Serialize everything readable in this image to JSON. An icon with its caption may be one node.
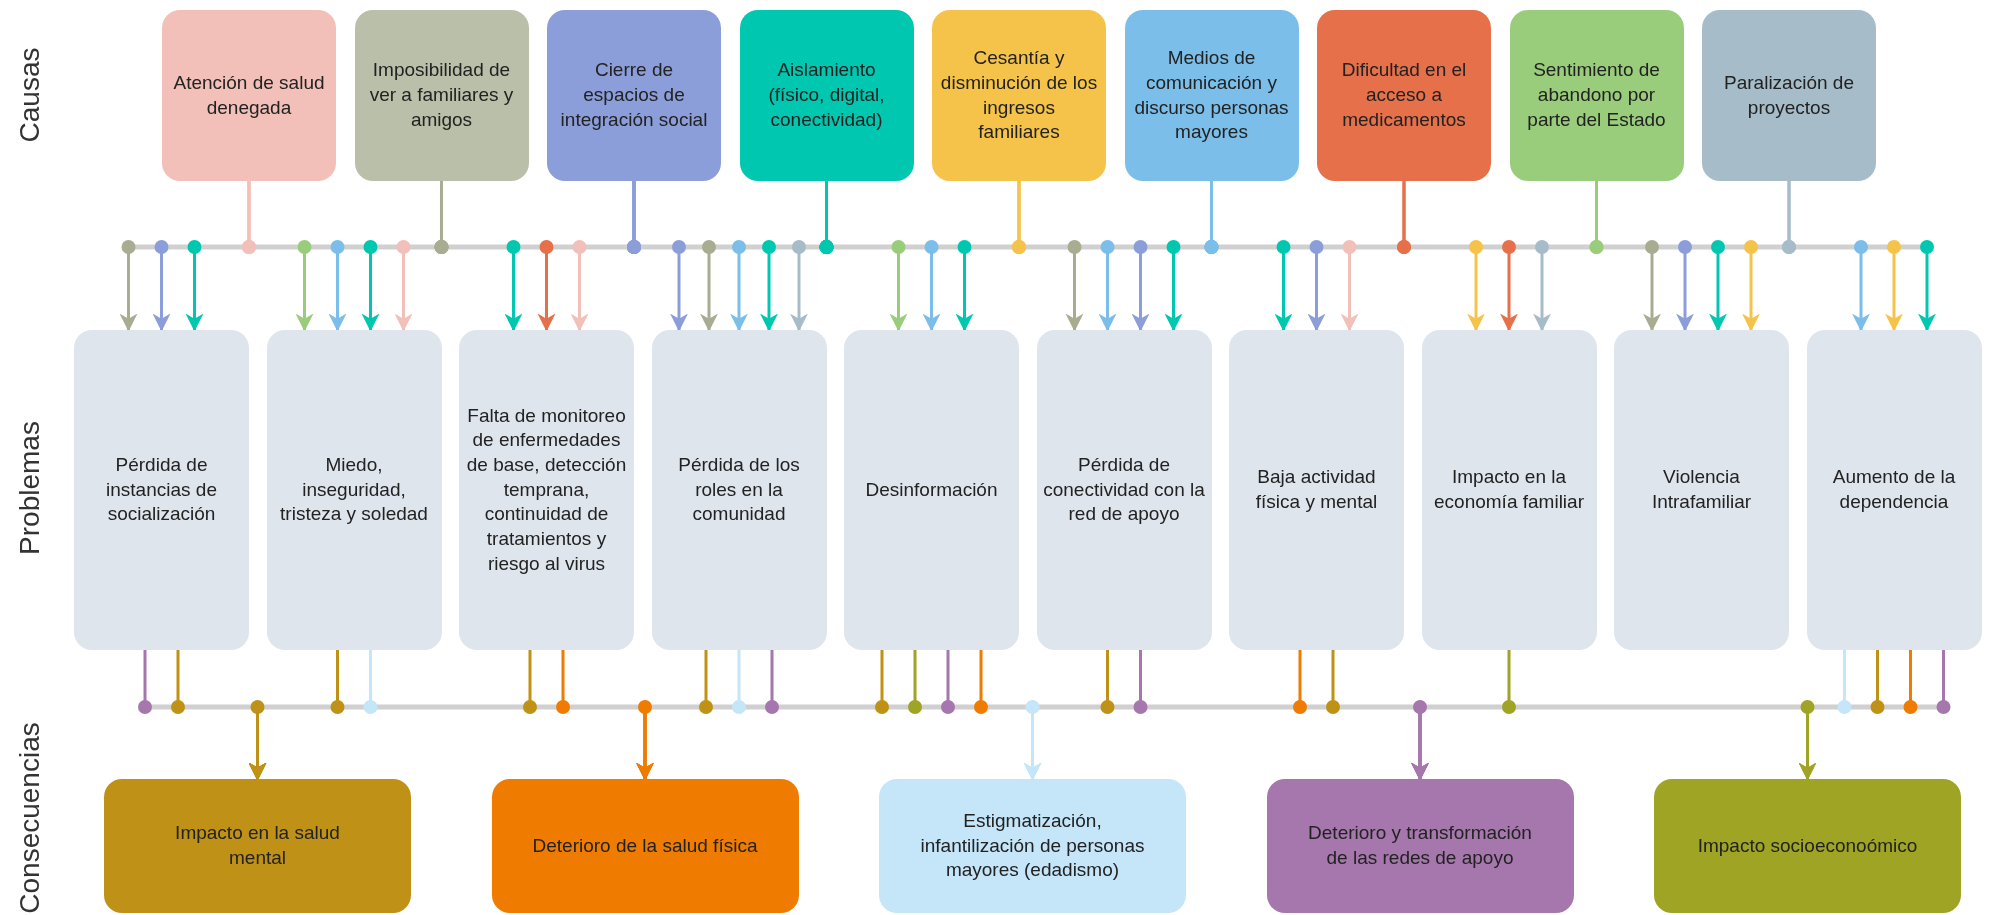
{
  "diagram": {
    "nodes": [
      {
        "text": [
          "Atención de salud denegada"
        ]
      },
      {
        "text": [
          "Imposibilidad de ver a familiares y amigos"
        ]
      },
      {
        "text": [
          "Cierre de espacios de integración social"
        ]
      },
      {
        "text": [
          "Aislamiento (físico, digital, conectividad)"
        ]
      },
      {
        "text": [
          "Cesantía y disminución de los ingresos familiares"
        ]
      },
      {
        "text": [
          "Medios de comunicación y discurso personas mayores"
        ]
      },
      {
        "text": [
          "Dificultad en el acceso a medicamentos"
        ]
      },
      {
        "text": [
          "Sentimiento de abandono por parte del Estado"
        ]
      },
      {
        "text": [
          "Paralización de proyectos"
        ]
      },
      {
        "text": [
          "Pérdida de instancias de socialización"
        ]
      },
      {
        "text": [
          "Miedo, inseguridad, tristeza y soledad"
        ]
      },
      {
        "text": [
          "Falta de monitoreo de enfermedades de base, detección temprana, continuidad de tratamientos y riesgo al virus"
        ]
      },
      {
        "text": [
          "Pérdida de los roles en la comunidad"
        ]
      },
      {
        "text": [
          "Desinformación"
        ]
      },
      {
        "text": [
          "Pérdida de conectividad con la red de apoyo"
        ]
      },
      {
        "text": [
          "Baja actividad física y mental"
        ]
      },
      {
        "text": [
          "Impacto en la economía familiar"
        ]
      },
      {
        "text": [
          "Violencia Intrafamiliar"
        ]
      },
      {
        "text": [
          "Aumento de la dependencia"
        ]
      },
      {
        "text": [
          "Impacto en la salud mental"
        ]
      },
      {
        "text": [
          "Deterioro de la salud física"
        ]
      },
      {
        "text": [
          "Estigmatización, infantilización de personas mayores (edadismo)"
        ]
      },
      {
        "text": [
          "Deterioro y transformación de las redes de apoyo"
        ]
      },
      {
        "text": [
          "Impacto socioeconoómico"
        ]
      }
    ],
    "edges": [
      {
        "from": 1,
        "to": 9,
        "arrow": "to",
        "color": "#a8ad92"
      },
      {
        "from": 2,
        "to": 9,
        "arrow": "to",
        "color": "#8c9ed9"
      },
      {
        "from": 3,
        "to": 9,
        "arrow": "to",
        "color": "#00c8b0"
      },
      {
        "from": 7,
        "to": 10,
        "arrow": "to",
        "color": "#9acd7b"
      },
      {
        "from": 5,
        "to": 10,
        "arrow": "to",
        "color": "#7bbee9"
      },
      {
        "from": 3,
        "to": 10,
        "arrow": "to",
        "color": "#00c8b0"
      },
      {
        "from": 0,
        "to": 10,
        "arrow": "to",
        "color": "#f2c0b8"
      },
      {
        "from": 3,
        "to": 11,
        "arrow": "to",
        "color": "#00c8b0"
      },
      {
        "from": 6,
        "to": 11,
        "arrow": "to",
        "color": "#e5704a"
      },
      {
        "from": 0,
        "to": 11,
        "arrow": "to",
        "color": "#f2c0b8"
      },
      {
        "from": 2,
        "to": 12,
        "arrow": "to",
        "color": "#8c9ed9"
      },
      {
        "from": 1,
        "to": 12,
        "arrow": "to",
        "color": "#a8ad92"
      },
      {
        "from": 5,
        "to": 12,
        "arrow": "to",
        "color": "#7bbee9"
      },
      {
        "from": 3,
        "to": 12,
        "arrow": "to",
        "color": "#00c8b0"
      },
      {
        "from": 8,
        "to": 12,
        "arrow": "to",
        "color": "#a6bcc9"
      },
      {
        "from": 7,
        "to": 13,
        "arrow": "to",
        "color": "#9acd7b"
      },
      {
        "from": 5,
        "to": 13,
        "arrow": "to",
        "color": "#7bbee9"
      },
      {
        "from": 3,
        "to": 13,
        "arrow": "to",
        "color": "#00c8b0"
      },
      {
        "from": 1,
        "to": 14,
        "arrow": "to",
        "color": "#a8ad92"
      },
      {
        "from": 5,
        "to": 14,
        "arrow": "to",
        "color": "#7bbee9"
      },
      {
        "from": 2,
        "to": 14,
        "arrow": "to",
        "color": "#8c9ed9"
      },
      {
        "from": 3,
        "to": 14,
        "arrow": "to",
        "color": "#00c8b0"
      },
      {
        "from": 3,
        "to": 15,
        "arrow": "to",
        "color": "#00c8b0"
      },
      {
        "from": 2,
        "to": 15,
        "arrow": "to",
        "color": "#8c9ed9"
      },
      {
        "from": 0,
        "to": 15,
        "arrow": "to",
        "color": "#f2c0b8"
      },
      {
        "from": 4,
        "to": 16,
        "arrow": "to",
        "color": "#f5c34a"
      },
      {
        "from": 6,
        "to": 16,
        "arrow": "to",
        "color": "#e5704a"
      },
      {
        "from": 8,
        "to": 16,
        "arrow": "to",
        "color": "#a6bcc9"
      },
      {
        "from": 1,
        "to": 17,
        "arrow": "to",
        "color": "#a8ad92"
      },
      {
        "from": 2,
        "to": 17,
        "arrow": "to",
        "color": "#8c9ed9"
      },
      {
        "from": 3,
        "to": 17,
        "arrow": "to",
        "color": "#00c8b0"
      },
      {
        "from": 4,
        "to": 17,
        "arrow": "to",
        "color": "#f5c34a"
      },
      {
        "from": 5,
        "to": 18,
        "arrow": "to",
        "color": "#7bbee9"
      },
      {
        "from": 4,
        "to": 18,
        "arrow": "to",
        "color": "#f5c34a"
      },
      {
        "from": 3,
        "to": 18,
        "arrow": "to",
        "color": "#00c8b0"
      },
      {
        "from": 9,
        "to": 22,
        "arrow": "to",
        "color": "#a677ad"
      },
      {
        "from": 9,
        "to": 19,
        "arrow": "to",
        "color": "#bf9116"
      },
      {
        "from": 10,
        "to": 19,
        "arrow": "to",
        "color": "#bf9116"
      },
      {
        "from": 10,
        "to": 21,
        "arrow": "to",
        "color": "#c4e6f8"
      },
      {
        "from": 11,
        "to": 19,
        "arrow": "to",
        "color": "#bf9116"
      },
      {
        "from": 11,
        "to": 20,
        "arrow": "to",
        "color": "#ef7b00"
      },
      {
        "from": 12,
        "to": 19,
        "arrow": "to",
        "color": "#bf9116"
      },
      {
        "from": 12,
        "to": 21,
        "arrow": "to",
        "color": "#c4e6f8"
      },
      {
        "from": 12,
        "to": 22,
        "arrow": "to",
        "color": "#a677ad"
      },
      {
        "from": 13,
        "to": 19,
        "arrow": "to",
        "color": "#bf9116"
      },
      {
        "from": 13,
        "to": 23,
        "arrow": "to",
        "color": "#9fa424"
      },
      {
        "from": 13,
        "to": 22,
        "arrow": "to",
        "color": "#a677ad"
      },
      {
        "from": 13,
        "to": 20,
        "arrow": "to",
        "color": "#ef7b00"
      },
      {
        "from": 14,
        "to": 19,
        "arrow": "to",
        "color": "#bf9116"
      },
      {
        "from": 14,
        "to": 22,
        "arrow": "to",
        "color": "#a677ad"
      },
      {
        "from": 15,
        "to": 20,
        "arrow": "to",
        "color": "#ef7b00"
      },
      {
        "from": 15,
        "to": 19,
        "arrow": "to",
        "color": "#bf9116"
      },
      {
        "from": 16,
        "to": 23,
        "arrow": "to",
        "color": "#9fa424"
      },
      {
        "from": 18,
        "to": 21,
        "arrow": "to",
        "color": "#c4e6f8"
      },
      {
        "from": 18,
        "to": 19,
        "arrow": "to",
        "color": "#bf9116"
      },
      {
        "from": 18,
        "to": 20,
        "arrow": "to",
        "color": "#ef7b00"
      },
      {
        "from": 18,
        "to": 22,
        "arrow": "to",
        "color": "#a677ad"
      }
    ],
    "labels": [
      "Causas",
      "Problemas",
      "Consecuencias"
    ]
  }
}
